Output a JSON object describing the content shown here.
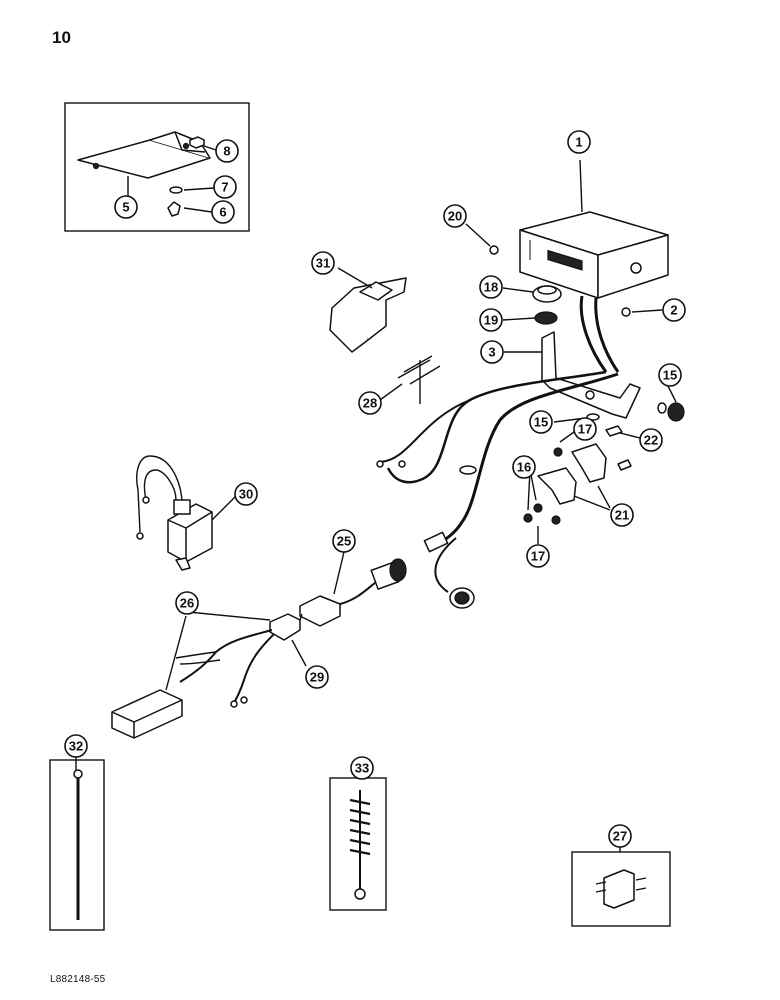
{
  "page_number": "10",
  "figure_code": "L882148-55",
  "callouts": [
    {
      "id": "c1",
      "label": "1"
    },
    {
      "id": "c2",
      "label": "2"
    },
    {
      "id": "c3",
      "label": "3"
    },
    {
      "id": "c5",
      "label": "5"
    },
    {
      "id": "c6",
      "label": "6"
    },
    {
      "id": "c7",
      "label": "7"
    },
    {
      "id": "c8",
      "label": "8"
    },
    {
      "id": "c15a",
      "label": "15"
    },
    {
      "id": "c15b",
      "label": "15"
    },
    {
      "id": "c16",
      "label": "16"
    },
    {
      "id": "c17a",
      "label": "17"
    },
    {
      "id": "c17b",
      "label": "17"
    },
    {
      "id": "c18",
      "label": "18"
    },
    {
      "id": "c19",
      "label": "19"
    },
    {
      "id": "c20",
      "label": "20"
    },
    {
      "id": "c21",
      "label": "21"
    },
    {
      "id": "c22",
      "label": "22"
    },
    {
      "id": "c25",
      "label": "25"
    },
    {
      "id": "c26",
      "label": "26"
    },
    {
      "id": "c27",
      "label": "27"
    },
    {
      "id": "c28",
      "label": "28"
    },
    {
      "id": "c29",
      "label": "29"
    },
    {
      "id": "c30",
      "label": "30"
    },
    {
      "id": "c31",
      "label": "31"
    },
    {
      "id": "c32",
      "label": "32"
    },
    {
      "id": "c33",
      "label": "33"
    }
  ]
}
